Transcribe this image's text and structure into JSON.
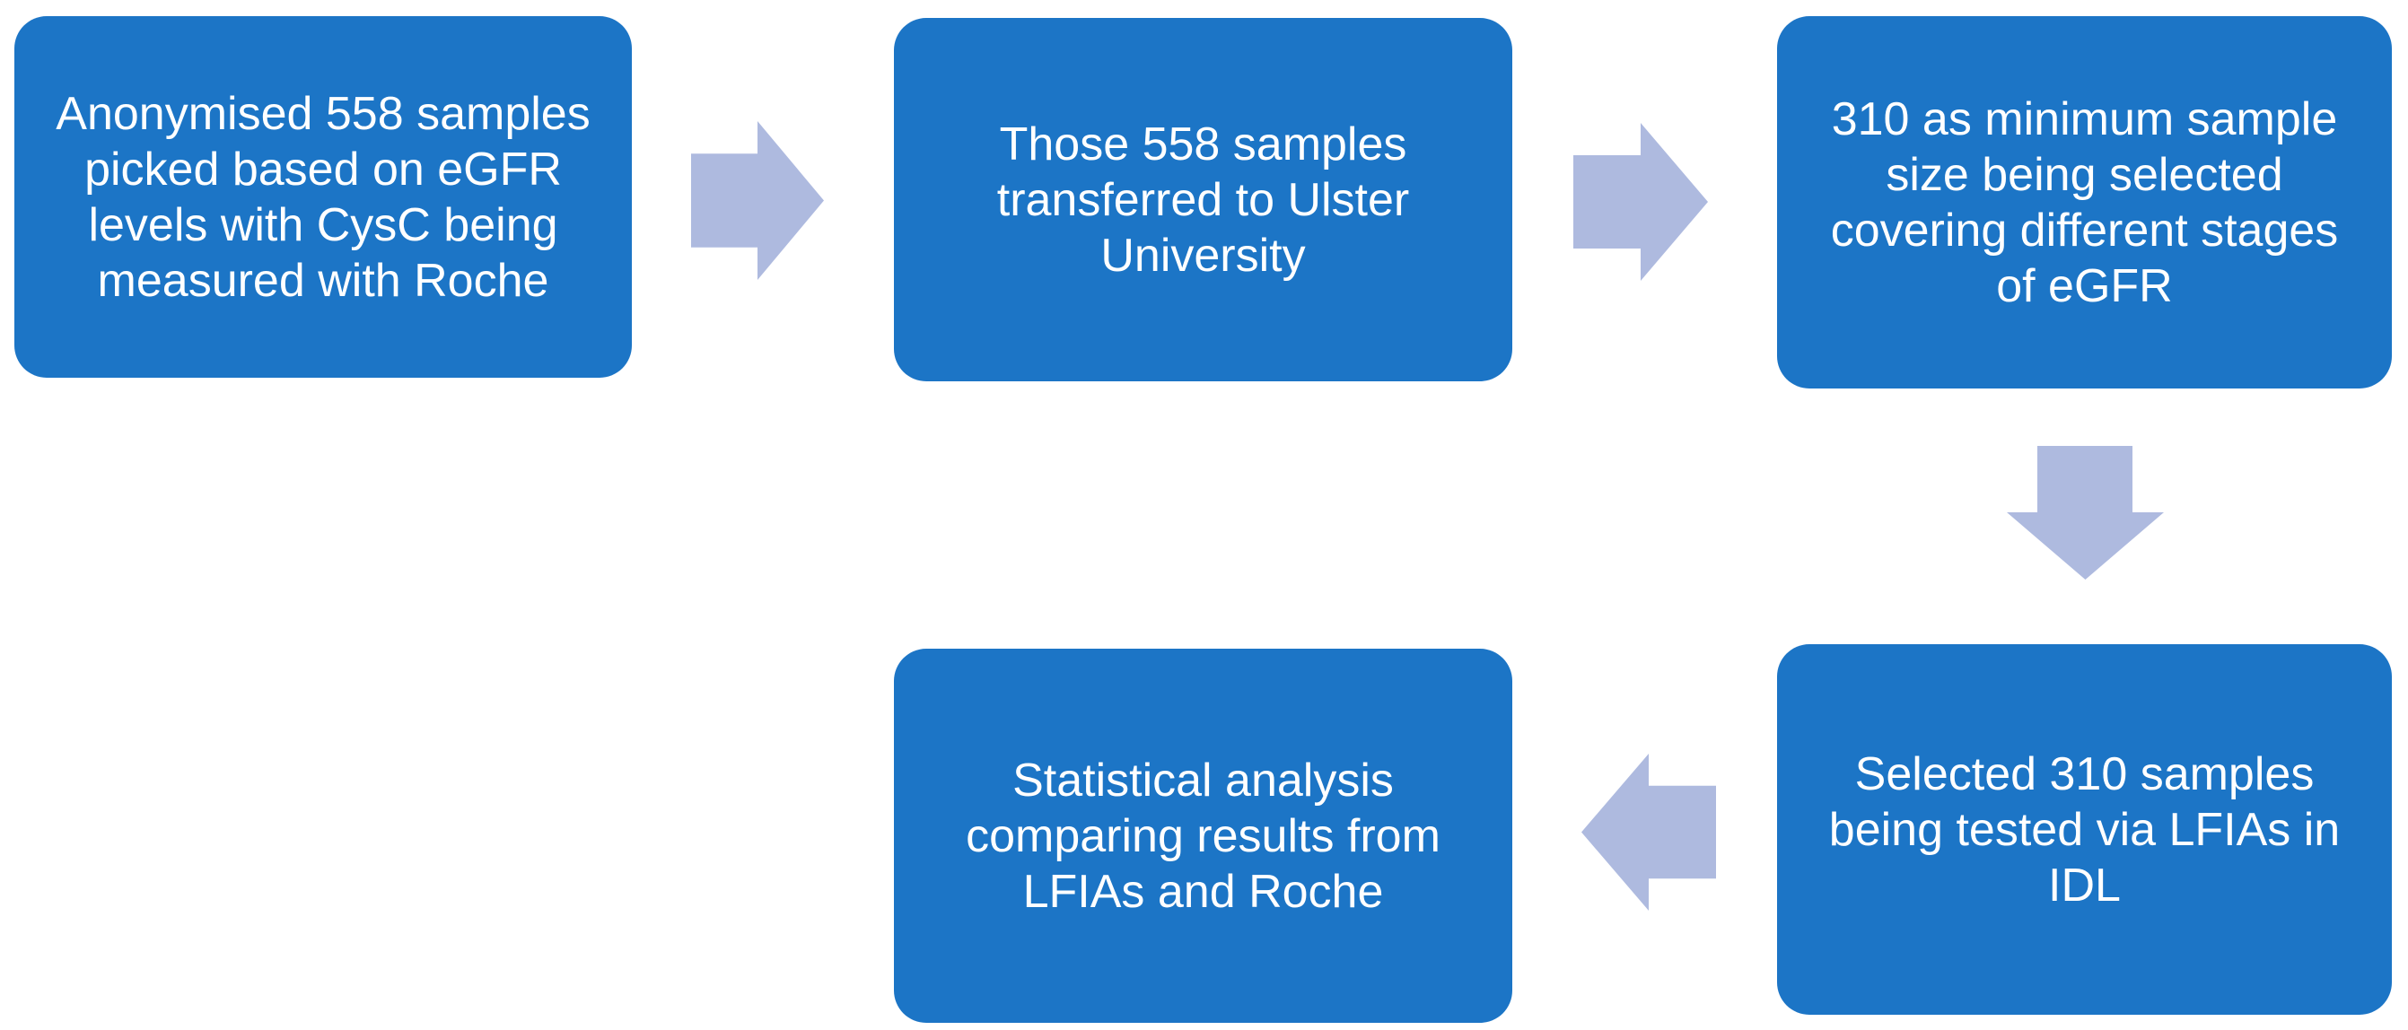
{
  "flowchart": {
    "description": "Sample processing flowchart",
    "steps": [
      {
        "id": 1,
        "text": "Anonymised 558 samples\npicked based on eGFR\nlevels with CysC being\nmeasured with Roche"
      },
      {
        "id": 2,
        "text": "Those 558 samples\ntransferred to Ulster\nUniversity"
      },
      {
        "id": 3,
        "text": "310 as minimum sample\nsize being selected\ncovering different stages\nof eGFR"
      },
      {
        "id": 4,
        "text": "Selected 310 samples\nbeing tested via LFIAs in\nIDL"
      },
      {
        "id": 5,
        "text": "Statistical analysis\ncomparing results from\nLFIAs and Roche"
      }
    ],
    "connectors": [
      {
        "from": 1,
        "to": 2,
        "direction": "right"
      },
      {
        "from": 2,
        "to": 3,
        "direction": "right"
      },
      {
        "from": 3,
        "to": 4,
        "direction": "down"
      },
      {
        "from": 4,
        "to": 5,
        "direction": "left"
      }
    ],
    "colors": {
      "box_fill": "#1C75C6",
      "arrow_fill": "#AEBADF",
      "text": "#FFFFFF",
      "background": "#FFFFFF"
    }
  }
}
